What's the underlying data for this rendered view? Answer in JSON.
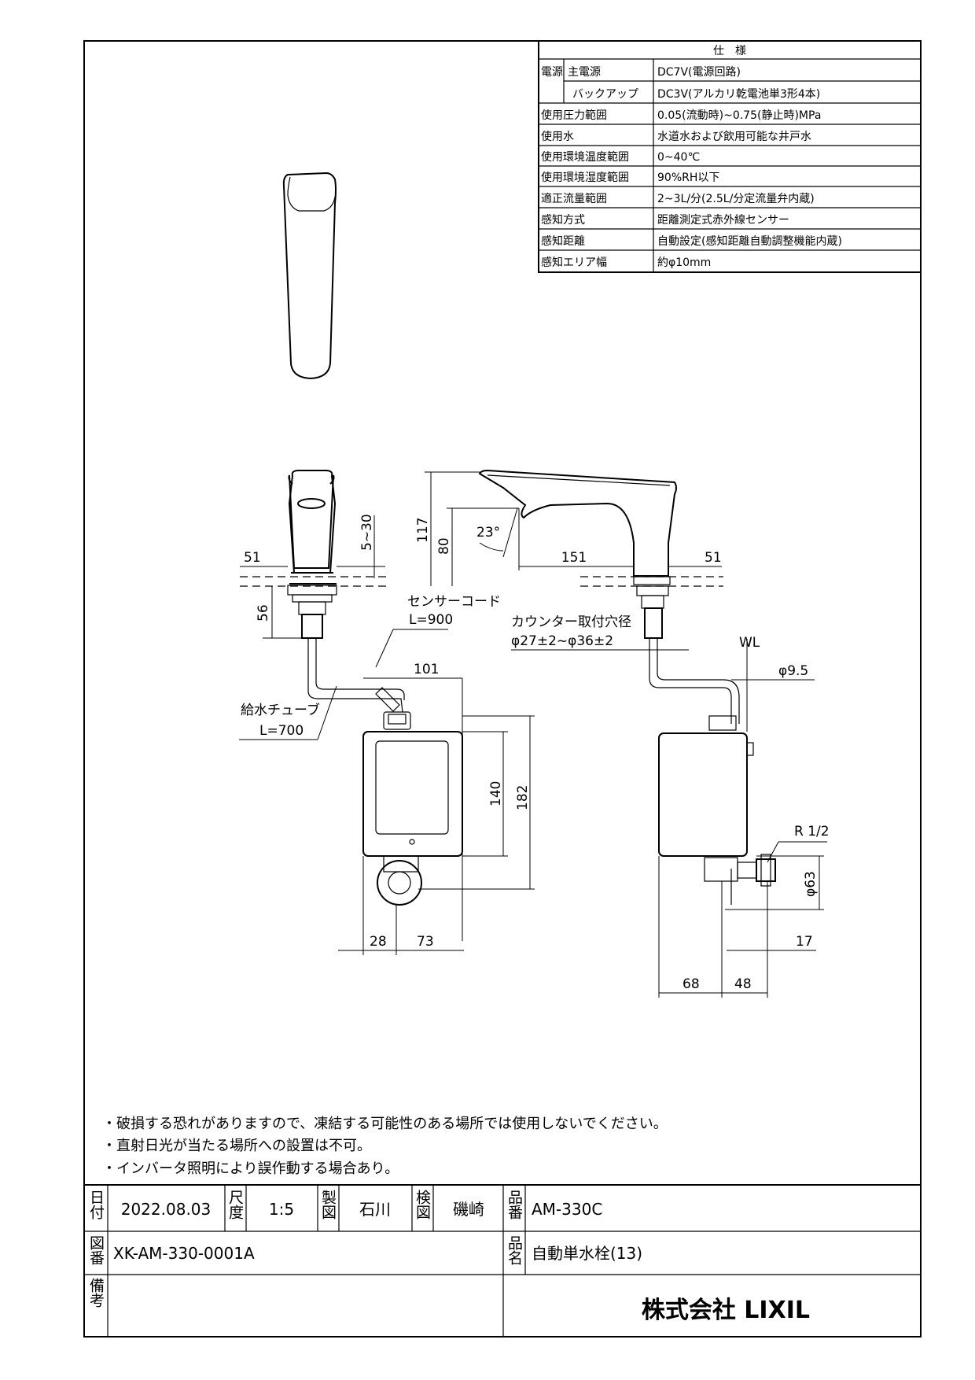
{
  "spec_table": {
    "title": "仕　様",
    "rows": [
      {
        "group": "電源",
        "label": "主電源",
        "value": "DC7V(電源回路)"
      },
      {
        "group": "",
        "label": "バックアップ",
        "value": "DC3V(アルカリ乾電池単3形4本)"
      },
      {
        "label": "使用圧力範囲",
        "value": "0.05(流動時)~0.75(静止時)MPa"
      },
      {
        "label": "使用水",
        "value": "水道水および飲用可能な井戸水"
      },
      {
        "label": "使用環境温度範囲",
        "value": "0~40℃"
      },
      {
        "label": "使用環境湿度範囲",
        "value": "90%RH以下"
      },
      {
        "label": "適正流量範囲",
        "value": "2~3L/分(2.5L/分定流量弁内蔵)"
      },
      {
        "label": "感知方式",
        "value": "距離測定式赤外線センサー"
      },
      {
        "label": "感知距離",
        "value": "自動設定(感知距離自動調整機能内蔵)"
      },
      {
        "label": "感知エリア幅",
        "value": "約φ10mm"
      }
    ]
  },
  "dimensions": {
    "d51_left": "51",
    "d5_30": "5~30",
    "d56": "56",
    "d117": "117",
    "d80": "80",
    "d23deg": "23°",
    "d151": "151",
    "d51_right": "51",
    "sensor_cord": "センサーコード",
    "sensor_cord_len": "L=900",
    "counter_hole": "カウンター取付穴径",
    "counter_hole_size": "φ27±2~φ36±2",
    "d101": "101",
    "wl": "WL",
    "d9_5": "φ9.5",
    "supply_tube": "給水チューブ",
    "supply_tube_len": "L=700",
    "d140": "140",
    "d182": "182",
    "r1_2": "R 1/2",
    "d63": "φ63",
    "d17": "17",
    "d28": "28",
    "d73": "73",
    "d68": "68",
    "d48": "48"
  },
  "notes": [
    "・破損する恐れがありますので、凍結する可能性のある場所では使用しないでください。",
    "・直射日光が当たる場所への設置は不可。",
    "・インバータ照明により誤作動する場合あり。"
  ],
  "title_block": {
    "date_label": "日付",
    "date": "2022.08.03",
    "scale_label": "尺度",
    "scale": "1:5",
    "drawn_label": "製図",
    "drawn": "石川",
    "checked_label": "検図",
    "checked": "磯崎",
    "part_no_label": "品番",
    "part_no": "AM-330C",
    "drawing_no_label": "図番",
    "drawing_no": "XK-AM-330-0001A",
    "part_name_label": "品名",
    "part_name": "自動単水栓(13)",
    "remarks_label": "備考",
    "company": "株式会社 LIXIL"
  }
}
